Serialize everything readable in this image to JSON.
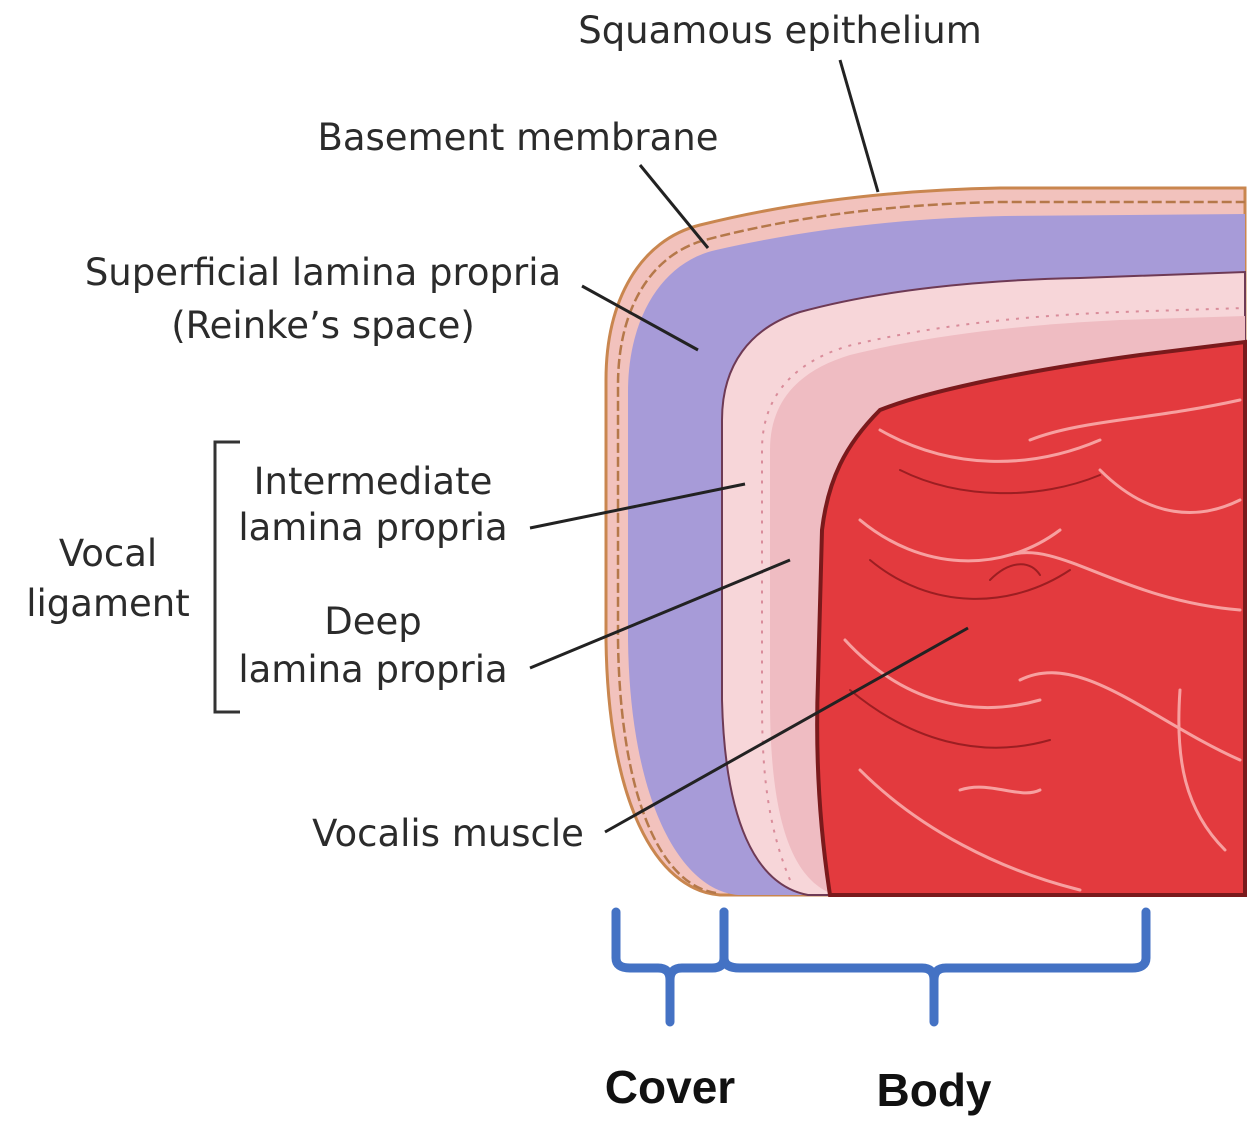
{
  "labels": {
    "squamous_epithelium": "Squamous epithelium",
    "basement_membrane": "Basement membrane",
    "superficial_lp_line1": "Superficial lamina propria",
    "superficial_lp_line2": "(Reinke’s space)",
    "intermediate_lp_line1": "Intermediate",
    "intermediate_lp_line2": "lamina propria",
    "deep_lp_line1": "Deep",
    "deep_lp_line2": "lamina propria",
    "vocal_ligament_line1": "Vocal",
    "vocal_ligament_line2": "ligament",
    "vocalis_muscle": "Vocalis muscle",
    "cover": "Cover",
    "body": "Body"
  },
  "colors": {
    "epithelium": "#f2c2bd",
    "epithelium_edge": "#c9864f",
    "superficial_lamina_propria": "#a79bd8",
    "intermediate_lamina_propria": "#f7d6d9",
    "deep_lamina_propria": "#efbcc2",
    "vocalis_muscle": "#e33a3e",
    "muscle_edge": "#7a1a1c",
    "brace": "#4472c4"
  }
}
